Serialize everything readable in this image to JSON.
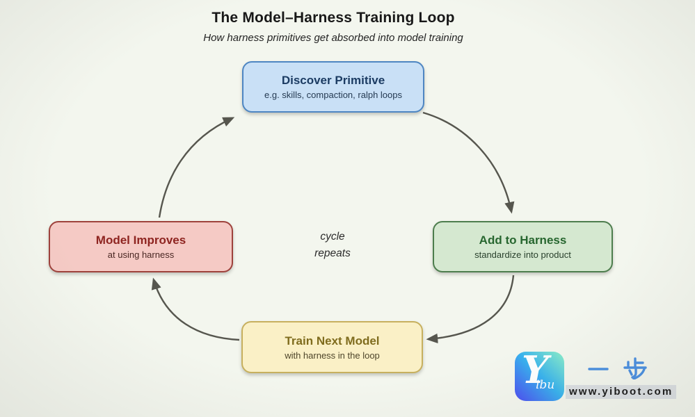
{
  "title": "The Model–Harness Training Loop",
  "subtitle": "How harness primitives get absorbed into model training",
  "center_note": {
    "line1": "cycle",
    "line2": "repeats"
  },
  "nodes": [
    {
      "id": "discover-primitive",
      "title": "Discover Primitive",
      "subtitle": "e.g. skills, compaction, ralph loops",
      "fill": "#c9e0f6",
      "border": "#4e86c2",
      "title_color": "#1c3c63",
      "subtitle_color": "#253a52"
    },
    {
      "id": "add-to-harness",
      "title": "Add to Harness",
      "subtitle": "standardize into product",
      "fill": "#d5e8d0",
      "border": "#4d7d4d",
      "title_color": "#27662f",
      "subtitle_color": "#29402c"
    },
    {
      "id": "train-next-model",
      "title": "Train Next Model",
      "subtitle": "with harness in the loop",
      "fill": "#faf0c6",
      "border": "#c7b05e",
      "title_color": "#7f6c1e",
      "subtitle_color": "#4e452a"
    },
    {
      "id": "model-improves",
      "title": "Model Improves",
      "subtitle": "at using harness",
      "fill": "#f5cac5",
      "border": "#9e423c",
      "title_color": "#8e2420",
      "subtitle_color": "#4a2723"
    }
  ],
  "arrows": {
    "color": "#56564e",
    "edges": [
      "discover-primitive -> add-to-harness",
      "add-to-harness -> train-next-model",
      "train-next-model -> model-improves",
      "model-improves -> discover-primitive"
    ]
  },
  "watermark": {
    "logo_letter": "Y",
    "logo_script": "ibu",
    "brand": "一 步",
    "brand_color": "#4a8fe0",
    "url": "www.yiboot.com"
  }
}
